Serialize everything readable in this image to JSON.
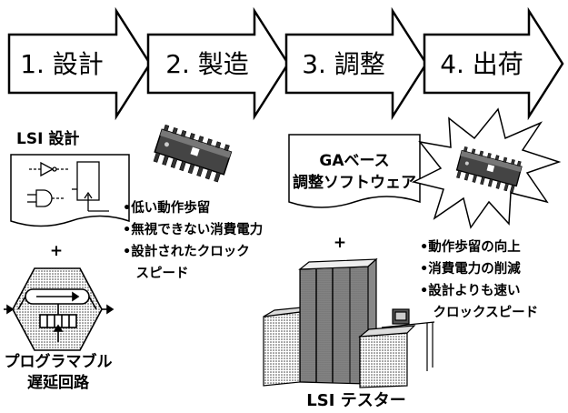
{
  "steps": [
    {
      "label": "1. 設計"
    },
    {
      "label": "2. 製造"
    },
    {
      "label": "3. 調整"
    },
    {
      "label": "4. 出荷"
    }
  ],
  "design": {
    "title": "LSI 設計",
    "plus": "+",
    "delay_label_line1": "プログラマブル",
    "delay_label_line2": "遅延回路"
  },
  "manufacture": {
    "bullets": [
      "•低い動作歩留",
      "•無視できない消費電力",
      "•設計されたクロック",
      "　スピード"
    ]
  },
  "adjust": {
    "software_line1": "GAベース",
    "software_line2": "調整ソフトウェア",
    "plus": "+",
    "tester_label": "LSI テスター"
  },
  "ship": {
    "bullets": [
      "•動作歩留の向上",
      "•消費電力の削減",
      "•設計よりも速い",
      "　クロックスピード"
    ]
  },
  "icons": [
    "right-arrow-icon",
    "chip-icon",
    "logic-gate-icon",
    "delay-circuit-icon",
    "tester-machine-icon",
    "burst-icon"
  ]
}
